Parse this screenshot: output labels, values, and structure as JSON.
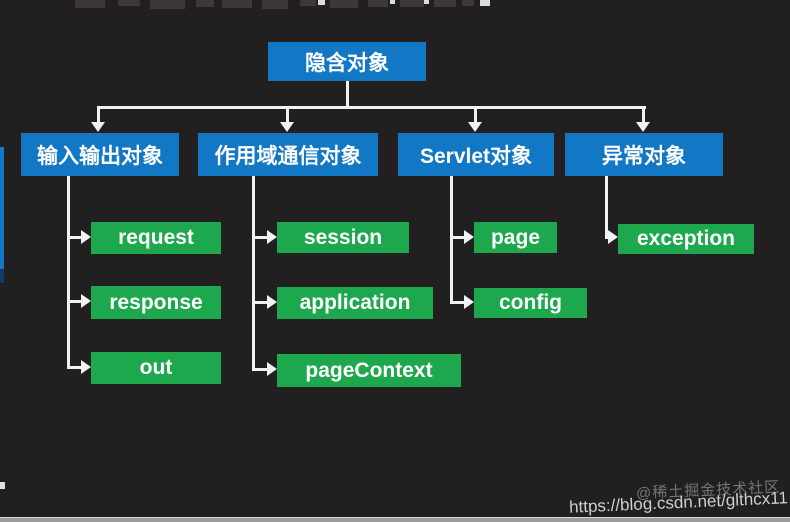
{
  "diagram": {
    "root_label": "隐含对象",
    "categories": [
      {
        "label": "输入输出对象",
        "children": [
          "request",
          "response",
          "out"
        ]
      },
      {
        "label": "作用域通信对象",
        "children": [
          "session",
          "application",
          "pageContext"
        ]
      },
      {
        "label": "Servlet对象",
        "children": [
          "page",
          "config"
        ]
      },
      {
        "label": "异常对象",
        "children": [
          "exception"
        ]
      }
    ]
  },
  "watermark": {
    "community": "@稀土掘金技术社区",
    "url": "https://blog.csdn.net/glthcx11"
  },
  "colors": {
    "background": "#221f20",
    "category_box": "#1277c4",
    "leaf_box": "#1ea84e",
    "connector": "#f2f2f2"
  }
}
